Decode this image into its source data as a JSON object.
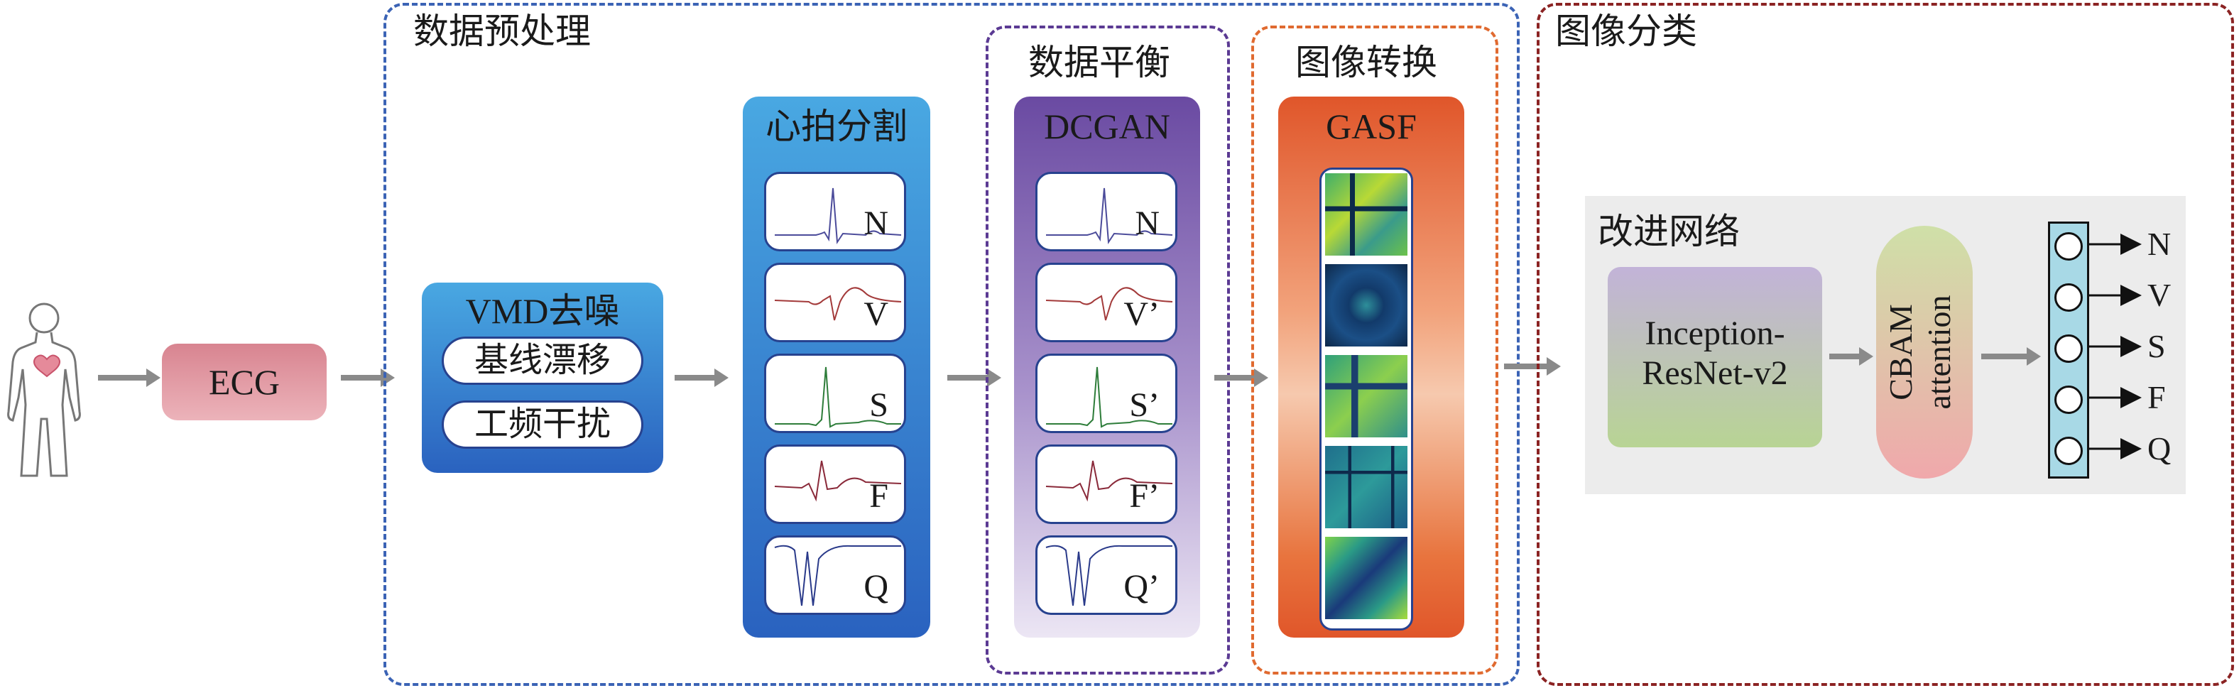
{
  "sections": {
    "preprocess": "数据预处理",
    "balance": "数据平衡",
    "transform": "图像转换",
    "classify": "图像分类"
  },
  "ecg": {
    "label": "ECG"
  },
  "vmd": {
    "title": "VMD去噪",
    "items": [
      "基线漂移",
      "工频干扰"
    ]
  },
  "segmentation": {
    "title": "心拍分割",
    "beats": [
      "N",
      "V",
      "S",
      "F",
      "Q"
    ]
  },
  "dcgan": {
    "title": "DCGAN",
    "beats": [
      "N",
      "V’",
      "S’",
      "F’",
      "Q’"
    ]
  },
  "gasf": {
    "title": "GASF"
  },
  "network": {
    "title": "改进网络",
    "inception": [
      "Inception-",
      "ResNet-v2"
    ],
    "cbam": [
      "CBAM",
      "attention"
    ],
    "outputs": [
      "N",
      "V",
      "S",
      "F",
      "Q"
    ]
  },
  "colors": {
    "preprocess_border": "#3b63b5",
    "balance_border": "#5b3a93",
    "transform_border": "#e06a30",
    "classify_border": "#8b2323",
    "arrow": "#8a8a8a",
    "ecg_box": "#d88a95",
    "vmd_panel": "#2f73c8",
    "segment_panel": "#2d6fc4",
    "dcgan_panel": "#6a4aa2",
    "gasf_panel": "#e4632f",
    "network_bg": "#ececec",
    "inception_box": "#b9c89a",
    "cbam_box": "#e9a3a7",
    "output_column": "#a8d9e6"
  }
}
